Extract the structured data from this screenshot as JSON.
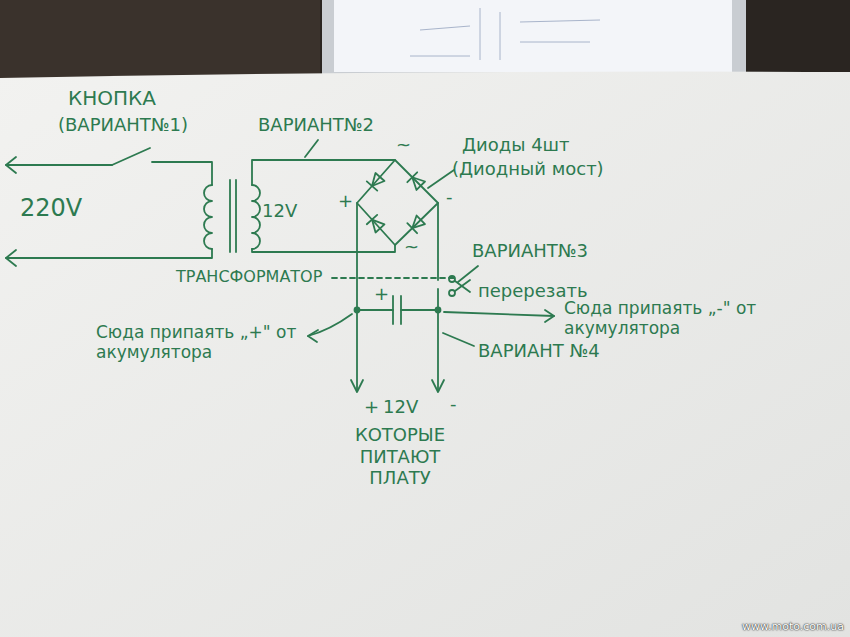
{
  "diagram": {
    "labels": [
      "КНОПКА",
      "(ВАРИАНТ№1)",
      "220V",
      "12V",
      "ВАРИАНТ№2",
      "Диоды 4шт",
      "(Диодный мост)",
      "~",
      "+",
      "-",
      "~",
      "ТРАНСФОРМАТОР",
      "ВАРИАНТ№3",
      "перерезать",
      "+",
      "Сюда припаять „+\" от акумулятора",
      "Сюда припаять „-\" от акумулятора",
      "ВАРИАНТ №4",
      "+",
      "12V",
      "-",
      "КОТОРЫЕ ПИТАЮТ ПЛАТУ",
      "www.moto.com.ua"
    ]
  }
}
